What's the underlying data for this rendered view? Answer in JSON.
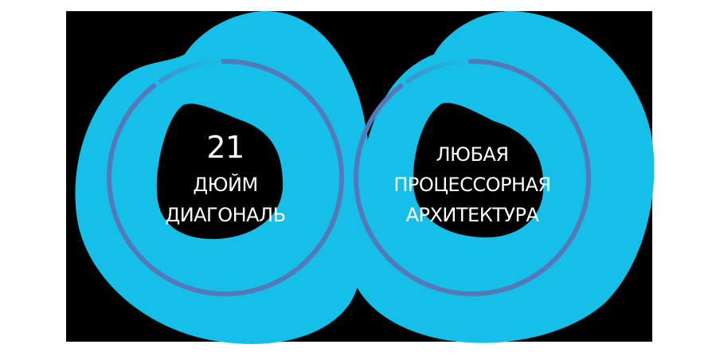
{
  "colors": {
    "background": "#ffffff",
    "panel": "#000000",
    "blob": "#15bfe8",
    "ring": "#5778b8",
    "text": "#ffffff"
  },
  "features": [
    {
      "id": "diagonal",
      "value": "21",
      "lines": [
        "ДЮЙМ",
        "ДИАГОНАЛЬ"
      ]
    },
    {
      "id": "architecture",
      "lines": [
        "ЛЮБАЯ",
        "ПРОЦЕССОРНАЯ",
        "АРХИТЕКТУРА"
      ]
    }
  ]
}
